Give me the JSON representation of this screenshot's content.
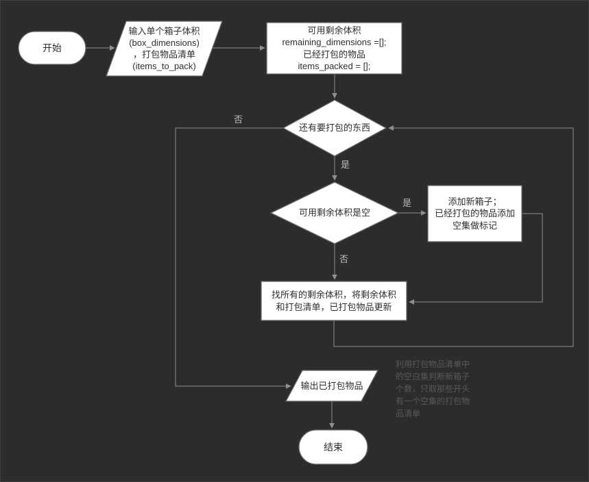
{
  "canvas": {
    "background": "#2c2c2c",
    "line_color": "#8f8f8f",
    "shape_fill": "#ffffff",
    "shape_stroke": "#666666",
    "text_color": "#2e2e2e",
    "note_color": "#595959"
  },
  "nodes": {
    "start": {
      "label": "开始"
    },
    "input": {
      "label": "输入单个箱子体积\n(box_dimensions)\n，打包物品清单\n(items_to_pack)"
    },
    "init": {
      "label": "可用剩余体积\nremaining_dimensions =[];\n已经打包的物品\nitems_packed = [];"
    },
    "has_items_decision": {
      "label": "还有要打包的东西"
    },
    "space_empty_decision": {
      "label": "可用剩余体积是空"
    },
    "add_box": {
      "label": "添加新箱子；\n已经打包的物品添加\n空集做标记"
    },
    "update": {
      "label": "找所有的剩余体积，将剩余体积\n和打包清单，已打包物品更新"
    },
    "output": {
      "label": "输出已打包物品"
    },
    "end": {
      "label": "结束"
    },
    "note": {
      "label": "利用打包物品清单中\n的空白集判断新箱子\n个数，只取那些开头\n有一个空集的打包物\n品清单"
    }
  },
  "edge_labels": {
    "no_more_items": "否",
    "yes_more_items": "是",
    "yes_space_empty": "是",
    "no_space_not_empty": "否"
  }
}
